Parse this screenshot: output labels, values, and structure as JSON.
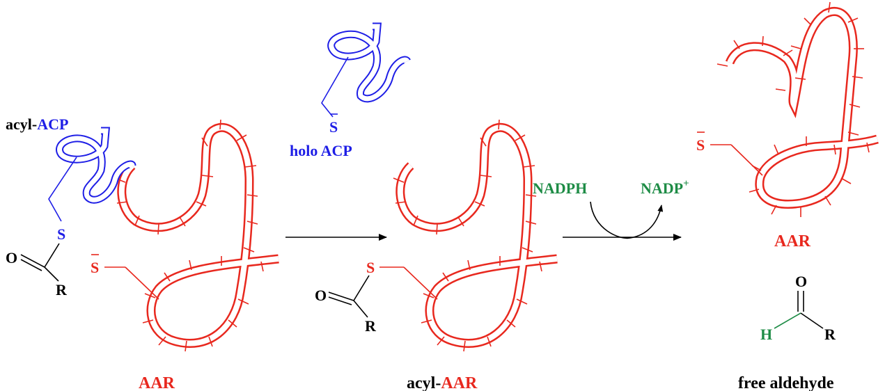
{
  "colors": {
    "enzyme": "#e8281e",
    "acp": "#1e1ee6",
    "cofactor": "#1e8c46",
    "ink": "#000000"
  },
  "left_panel": {
    "acyl_acp_prefix": "acyl-",
    "acyl_acp_suffix": "ACP",
    "thioester_s": "S",
    "oxygen": "O",
    "r_group": "R",
    "thiolate": "S",
    "enzyme_label": "AAR"
  },
  "middle_panel": {
    "holo_acp": "holo ACP",
    "holo_thiolate": "S",
    "thioester_s": "S",
    "oxygen": "O",
    "r_group": "R",
    "label_prefix": "acyl-",
    "label_suffix": "AAR"
  },
  "arrow_2": {
    "reactant": "NADPH",
    "product": "NADP",
    "product_charge": "+"
  },
  "right_panel": {
    "thiolate": "S",
    "enzyme_label": "AAR",
    "oxygen": "O",
    "hydrogen": "H",
    "r_group": "R",
    "label": "free aldehyde"
  }
}
